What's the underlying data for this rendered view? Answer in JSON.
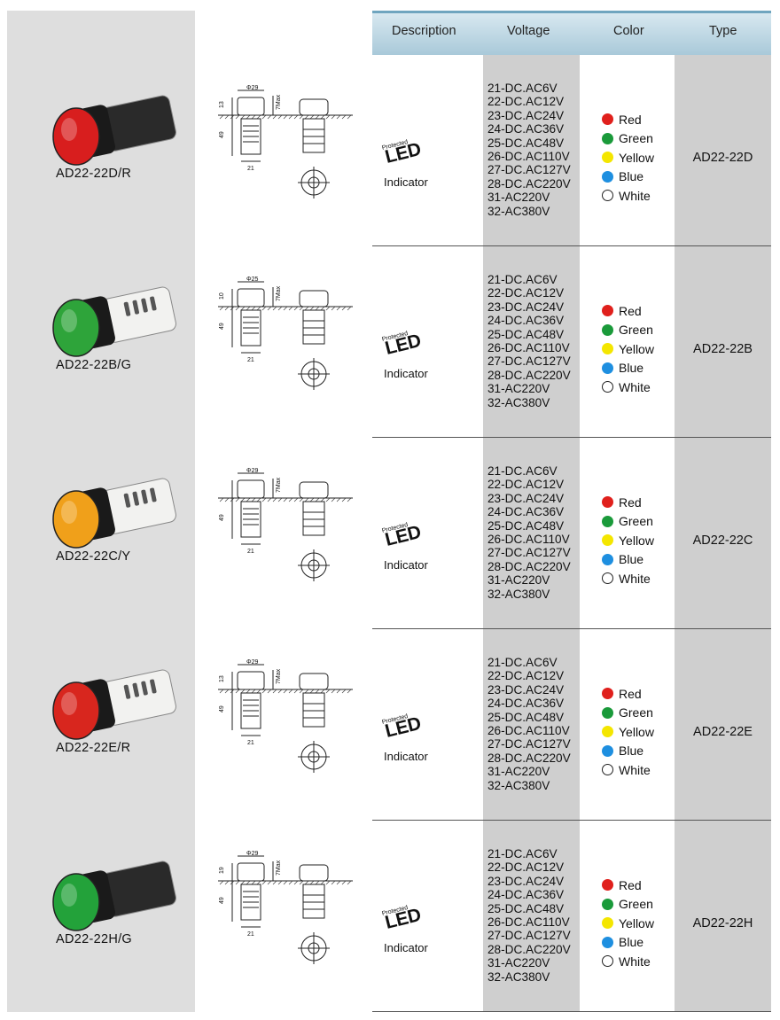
{
  "header": {
    "description": "Description",
    "voltage": "Voltage",
    "color": "Color",
    "type": "Type"
  },
  "products": [
    {
      "model": "AD22-22D/R",
      "lamp_color": "#d81e1e",
      "description": {
        "protected": "Protected",
        "led": "LED",
        "indicator": "Indicator"
      },
      "voltages": [
        "21-DC.AC6V",
        "22-DC.AC12V",
        "23-DC.AC24V",
        "24-DC.AC36V",
        "25-DC.AC48V",
        "26-DC.AC110V",
        "27-DC.AC127V",
        "28-DC.AC220V",
        "31-AC220V",
        "32-AC380V"
      ],
      "type": "AD22-22D",
      "drawing": {
        "dim_top": "13",
        "dim_height": "49",
        "dim_diameter": "Φ29",
        "dim_base": "21",
        "dim_max": "7Max"
      }
    },
    {
      "model": "AD22-22B/G",
      "lamp_color": "#2ea43a",
      "description": {
        "protected": "Protected",
        "led": "LED",
        "indicator": "Indicator"
      },
      "voltages": [
        "21-DC.AC6V",
        "22-DC.AC12V",
        "23-DC.AC24V",
        "24-DC.AC36V",
        "25-DC.AC48V",
        "26-DC.AC110V",
        "27-DC.AC127V",
        "28-DC.AC220V",
        "31-AC220V",
        "32-AC380V"
      ],
      "type": "AD22-22B",
      "drawing": {
        "dim_top": "10",
        "dim_height": "49",
        "dim_diameter": "Φ25",
        "dim_base": "21",
        "dim_max": "7Max"
      }
    },
    {
      "model": "AD22-22C/Y",
      "lamp_color": "#f0a01a",
      "description": {
        "protected": "Protected",
        "led": "LED",
        "indicator": "Indicator"
      },
      "voltages": [
        "21-DC.AC6V",
        "22-DC.AC12V",
        "23-DC.AC24V",
        "24-DC.AC36V",
        "25-DC.AC48V",
        "26-DC.AC110V",
        "27-DC.AC127V",
        "28-DC.AC220V",
        "31-AC220V",
        "32-AC380V"
      ],
      "type": "AD22-22C",
      "drawing": {
        "dim_top": "",
        "dim_height": "49",
        "dim_diameter": "Φ29",
        "dim_base": "21",
        "dim_max": "7Max"
      }
    },
    {
      "model": "AD22-22E/R",
      "lamp_color": "#d8261e",
      "description": {
        "protected": "Protected",
        "led": "LED",
        "indicator": "Indicator"
      },
      "voltages": [
        "21-DC.AC6V",
        "22-DC.AC12V",
        "23-DC.AC24V",
        "24-DC.AC36V",
        "25-DC.AC48V",
        "26-DC.AC110V",
        "27-DC.AC127V",
        "28-DC.AC220V",
        "31-AC220V",
        "32-AC380V"
      ],
      "type": "AD22-22E",
      "drawing": {
        "dim_top": "13",
        "dim_height": "49",
        "dim_diameter": "Φ29",
        "dim_base": "21",
        "dim_max": "7Max"
      }
    },
    {
      "model": "AD22-22H/G",
      "lamp_color": "#23a23a",
      "description": {
        "protected": "Protected",
        "led": "LED",
        "indicator": "Indicator"
      },
      "voltages": [
        "21-DC.AC6V",
        "22-DC.AC12V",
        "23-DC.AC24V",
        "24-DC.AC36V",
        "25-DC.AC48V",
        "26-DC.AC110V",
        "27-DC.AC127V",
        "28-DC.AC220V",
        "31-AC220V",
        "32-AC380V"
      ],
      "type": "AD22-22H",
      "drawing": {
        "dim_top": "19",
        "dim_height": "49",
        "dim_diameter": "Φ29",
        "dim_base": "21",
        "dim_max": "7Max"
      }
    }
  ],
  "colors": [
    {
      "name": "Red",
      "hex": "#e0201c"
    },
    {
      "name": "Green",
      "hex": "#1a9a3a"
    },
    {
      "name": "Yellow",
      "hex": "#f4e600"
    },
    {
      "name": "Blue",
      "hex": "#1e8fe0"
    },
    {
      "name": "White",
      "hex": "#ffffff"
    }
  ]
}
